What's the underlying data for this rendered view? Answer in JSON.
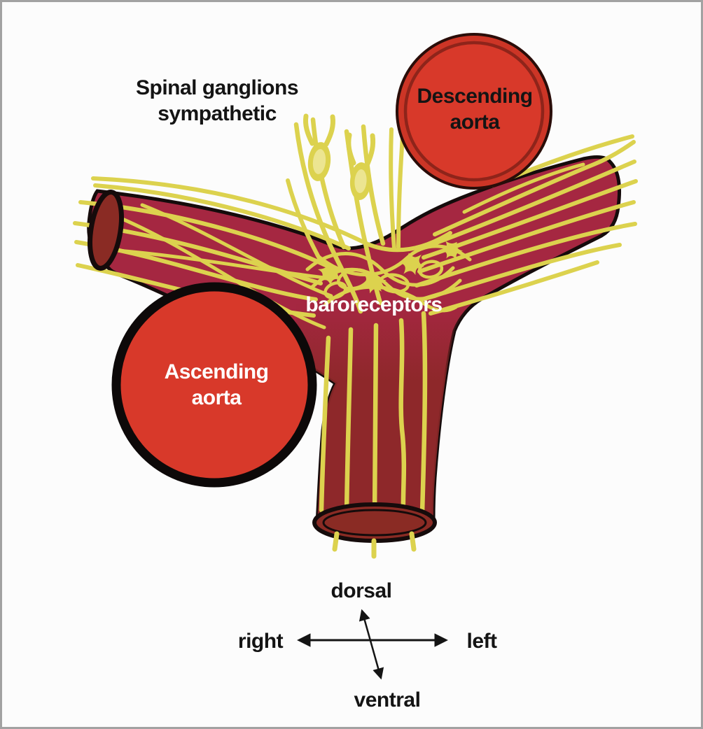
{
  "figure": {
    "title": "Aortic arch baroreceptor innervation diagram",
    "labels": {
      "spinal": {
        "line1": "Spinal ganglions",
        "line2": "sympathetic"
      },
      "descending": {
        "line1": "Descending",
        "line2": "aorta"
      },
      "ascending": {
        "line1": "Ascending",
        "line2": "aorta"
      },
      "baroreceptors": "baroreceptors"
    },
    "compass": {
      "top": "dorsal",
      "bottom": "ventral",
      "west": "right",
      "east": "left"
    },
    "colors": {
      "background": "#fcfcfc",
      "frame": "#a2a2a2",
      "vessel": "#a52741",
      "vessel_dark": "#8c2828",
      "cut_face": "#8a2b24",
      "aorta_red": "#d8392a",
      "aorta_rim": "#cc3526",
      "ring_line": "#8e241a",
      "nerve_yellow": "#dcd24e",
      "nerve_light": "#ece591",
      "outline": "#150b0b"
    }
  }
}
